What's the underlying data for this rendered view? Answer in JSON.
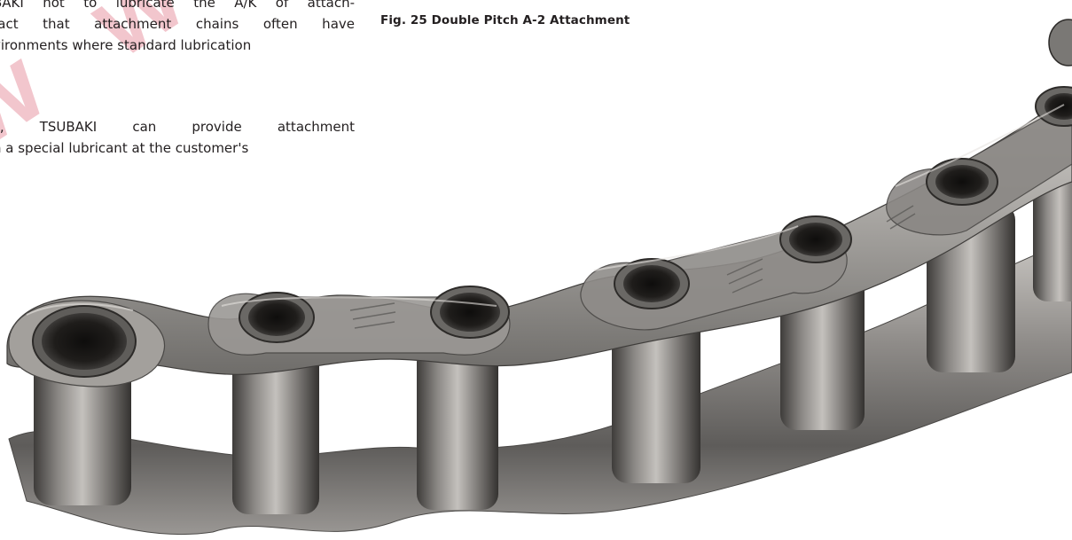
{
  "paragraphs": [
    {
      "lines": [
        "BAKI not to lubricate the A/K of attach-",
        "fact that attachment chains often have",
        "vironments where standard lubrication"
      ]
    },
    {
      "lines": [
        "s, TSUBAKI can provide attachment",
        "h a special lubricant at the customer's"
      ]
    }
  ],
  "figure": {
    "caption": "Fig. 25 Double Pitch A-2 Attachment"
  },
  "watermark": {
    "text": "w w . b",
    "color": "#e8a7b2"
  }
}
